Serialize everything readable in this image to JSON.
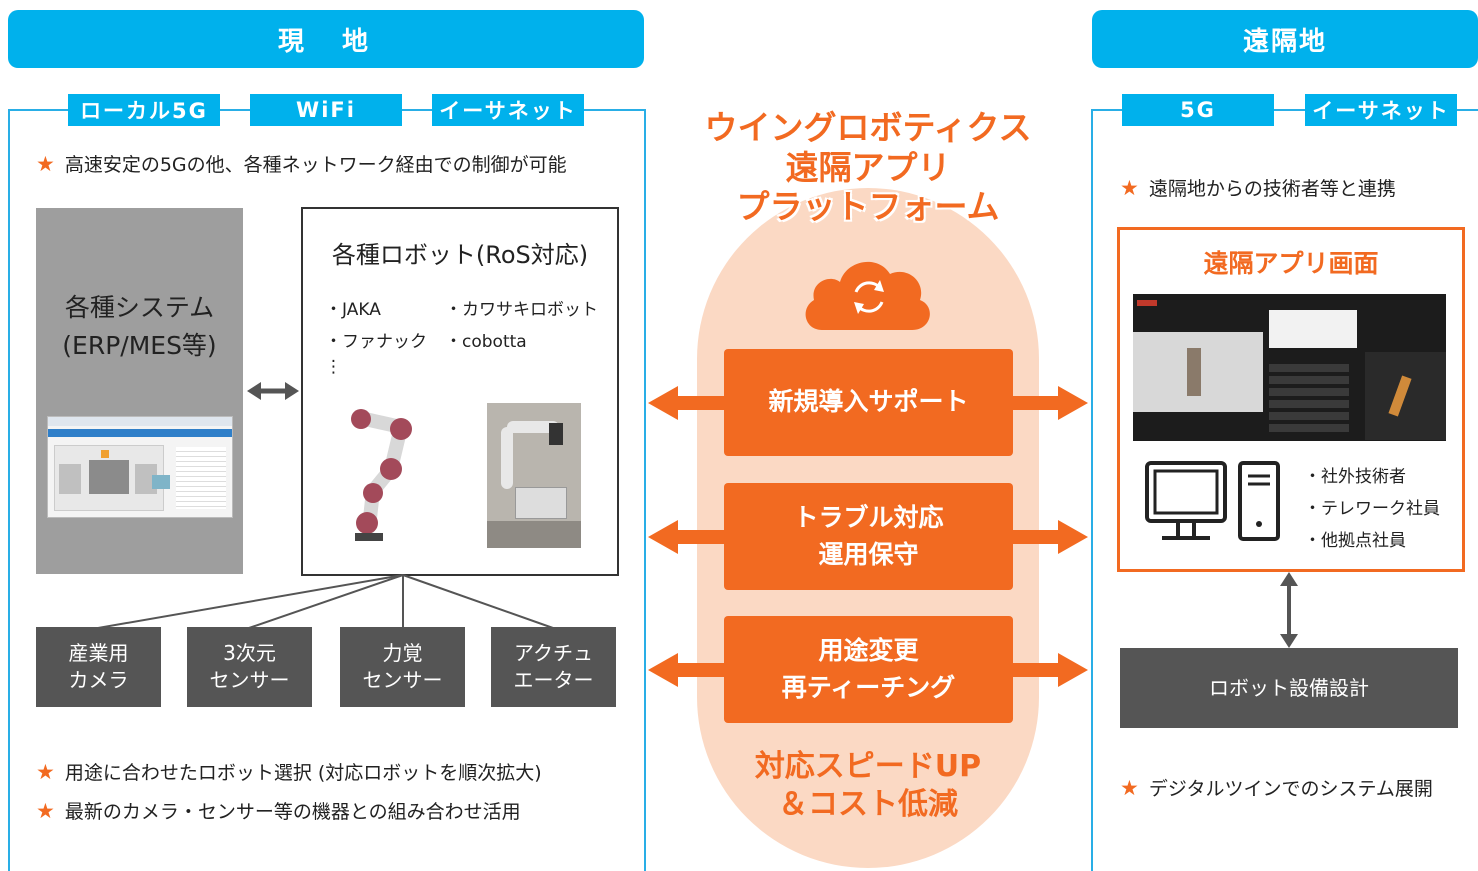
{
  "left": {
    "header": "現　地",
    "tags": [
      "ローカル5G",
      "WiFi",
      "イーサネット"
    ],
    "top_note": "高速安定の5Gの他、各種ネットワーク経由での制御が可能",
    "systems_title_1": "各種システム",
    "systems_title_2": "(ERP/MES等)",
    "robots_title": "各種ロボット(RoS対応)",
    "robots": [
      "・JAKA",
      "・カワサキロボット",
      "・ファナック",
      "・cobotta",
      "⋮"
    ],
    "devices": [
      {
        "line1": "産業用",
        "line2": "カメラ"
      },
      {
        "line1": "3次元",
        "line2": "センサー"
      },
      {
        "line1": "力覚",
        "line2": "センサー"
      },
      {
        "line1": "アクチュ",
        "line2": "エーター"
      }
    ],
    "bottom_notes": [
      "用途に合わせたロボット選択 (対応ロボットを順次拡大)",
      "最新のカメラ・センサー等の機器との組み合わせ活用"
    ]
  },
  "center": {
    "title_1": "ウイングロボティクス",
    "title_2": "遠隔アプリ",
    "title_3": "プラットフォーム",
    "services": [
      {
        "line1": "新規導入サポート",
        "line2": ""
      },
      {
        "line1": "トラブル対応",
        "line2": "運用保守"
      },
      {
        "line1": "用途変更",
        "line2": "再ティーチング"
      }
    ],
    "footer_1": "対応スピードUP",
    "footer_2": "＆コスト低減"
  },
  "right": {
    "header": "遠隔地",
    "tags": [
      "5G",
      "イーサネット"
    ],
    "top_note": "遠隔地からの技術者等と連携",
    "app_title": "遠隔アプリ画面",
    "users": [
      "・社外技術者",
      "・テレワーク社員",
      "・他拠点社員"
    ],
    "design_box": "ロボット設備設計",
    "bottom_note": "デジタルツインでのシステム展開"
  },
  "colors": {
    "accent_blue": "#00b1ec",
    "accent_orange": "#f26a21",
    "dark_gray": "#555555",
    "cloud_bg": "#fbd9c4"
  },
  "icons": [
    "star-icon",
    "cloud-sync-icon",
    "double-arrow-icon",
    "computer-icon"
  ]
}
